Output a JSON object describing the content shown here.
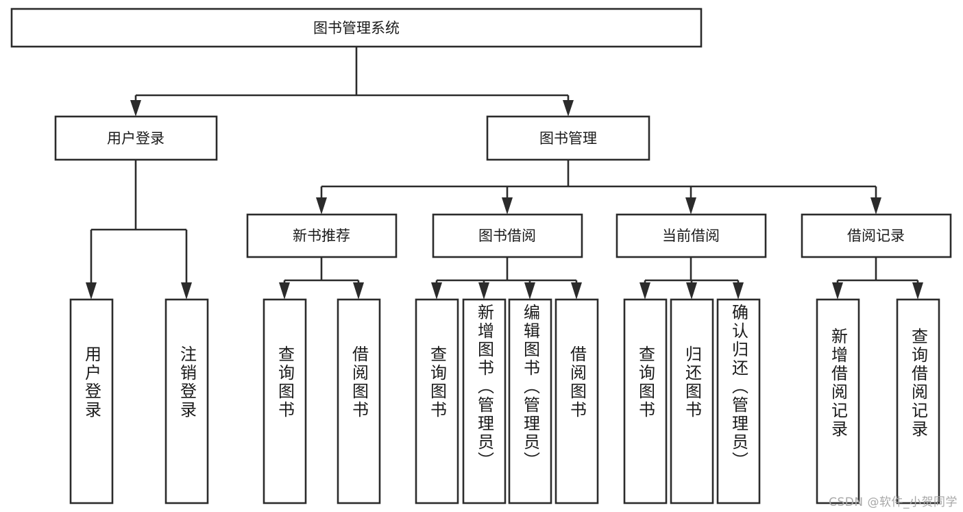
{
  "diagram": {
    "title": "图书管理系统",
    "type": "tree-hierarchy",
    "root": {
      "label": "图书管理系统"
    },
    "level2": [
      {
        "label": "用户登录"
      },
      {
        "label": "图书管理"
      }
    ],
    "level3": [
      {
        "label": "新书推荐"
      },
      {
        "label": "图书借阅"
      },
      {
        "label": "当前借阅"
      },
      {
        "label": "借阅记录"
      }
    ],
    "leaves": {
      "user_login": [
        {
          "label": "用户登录"
        },
        {
          "label": "注销登录"
        }
      ],
      "new_book_recommend": [
        {
          "label": "查询图书"
        },
        {
          "label": "借阅图书"
        }
      ],
      "book_borrow": [
        {
          "label": "查询图书"
        },
        {
          "label": "新增图书（管理员）"
        },
        {
          "label": "编辑图书（管理员）"
        },
        {
          "label": "借阅图书"
        }
      ],
      "current_borrow": [
        {
          "label": "查询图书"
        },
        {
          "label": "归还图书"
        },
        {
          "label": "确认归还（管理员）"
        }
      ],
      "borrow_record": [
        {
          "label": "新增借阅记录"
        },
        {
          "label": "查询借阅记录"
        }
      ]
    }
  },
  "watermark": {
    "text": "CSDN @软件_小贺同学"
  },
  "colors": {
    "stroke": "#2b2b2b",
    "fill": "#ffffff",
    "text": "#1a1a1a",
    "watermark": "#a8a8a8"
  }
}
